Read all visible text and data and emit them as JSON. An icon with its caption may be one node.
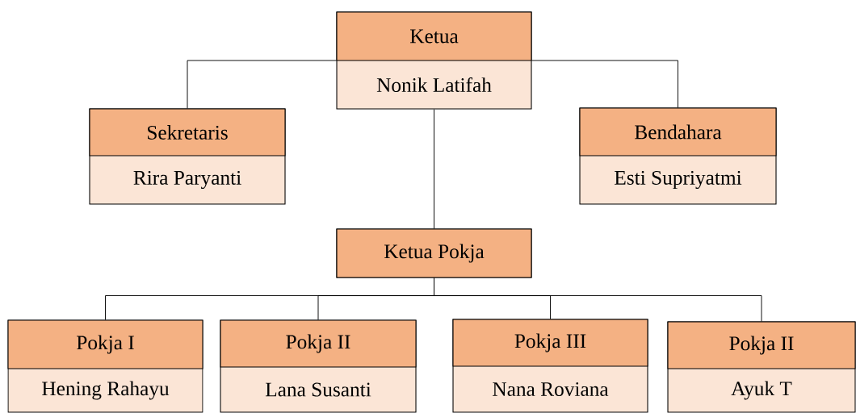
{
  "diagram": {
    "nodes": [
      {
        "text": [
          "Ketua",
          "Nonik Latifah"
        ]
      },
      {
        "text": [
          "Sekretaris",
          "Rira Paryanti"
        ]
      },
      {
        "text": [
          "Bendahara",
          "Esti Supriyatmi"
        ]
      },
      {
        "text": [
          "Ketua Pokja"
        ]
      },
      {
        "text": [
          "Pokja I",
          "Hening Rahayu"
        ]
      },
      {
        "text": [
          "Pokja II",
          "Lana Susanti"
        ]
      },
      {
        "text": [
          "Pokja III",
          "Nana Roviana"
        ]
      },
      {
        "text": [
          "Pokja II",
          "Ayuk T"
        ]
      }
    ],
    "edges": [
      {
        "from": 0,
        "to": 1,
        "arrow": "none"
      },
      {
        "from": 0,
        "to": 2,
        "arrow": "none"
      },
      {
        "from": 0,
        "to": 3,
        "arrow": "none"
      },
      {
        "from": 3,
        "to": 4,
        "arrow": "none"
      },
      {
        "from": 3,
        "to": 5,
        "arrow": "none"
      },
      {
        "from": 3,
        "to": 6,
        "arrow": "none"
      },
      {
        "from": 3,
        "to": 7,
        "arrow": "none"
      }
    ]
  }
}
